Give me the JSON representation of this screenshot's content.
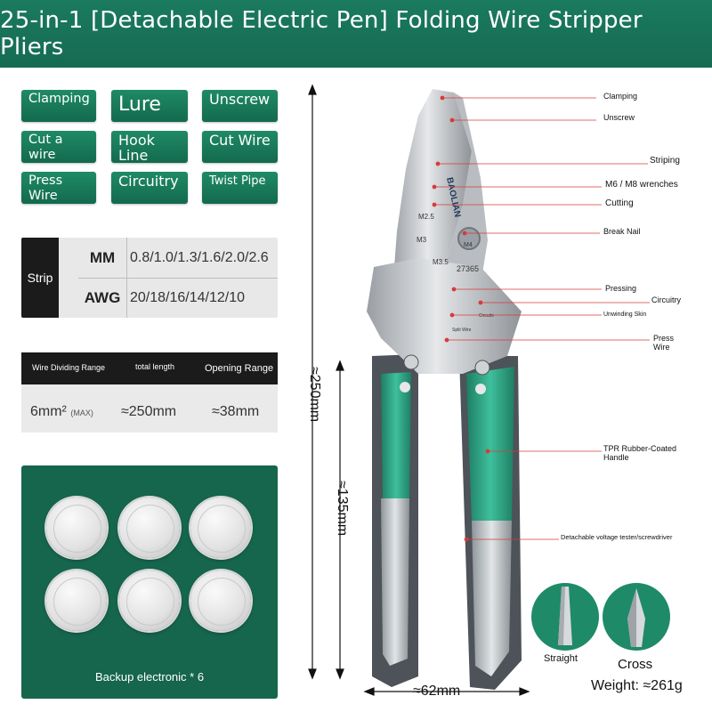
{
  "header": {
    "title": "25-in-1 [Detachable Electric Pen] Folding Wire Stripper Pliers"
  },
  "features": [
    {
      "label": "Clamping"
    },
    {
      "label": "Lure"
    },
    {
      "label": "Unscrew"
    },
    {
      "label": "Cut a wire"
    },
    {
      "label": "Hook Line"
    },
    {
      "label": "Cut Wire"
    },
    {
      "label": "Press Wire"
    },
    {
      "label": "Circuitry"
    },
    {
      "label": "Twist Pipe"
    }
  ],
  "strip": {
    "label": "Strip",
    "rows": [
      {
        "unit": "MM",
        "values": "0.8/1.0/1.3/1.6/2.0/2.6"
      },
      {
        "unit": "AWG",
        "values": "20/18/16/14/12/10"
      }
    ]
  },
  "specs": {
    "headers": {
      "range": "Wire Dividing Range",
      "length": "total length",
      "opening": "Opening Range"
    },
    "values": {
      "range": "6mm²",
      "range_note": "(MAX)",
      "length": "≈250mm",
      "opening": "≈38mm"
    }
  },
  "batteries": {
    "count": 6,
    "caption": "Backup electronic * 6"
  },
  "dimensions": {
    "total": "≈250mm",
    "handle": "≈135mm",
    "width": "≈62mm"
  },
  "callouts": [
    {
      "label": "Clamping"
    },
    {
      "label": "Unscrew"
    },
    {
      "label": "Striping"
    },
    {
      "label": "M6 / M8 wrenches"
    },
    {
      "label": "Cutting"
    },
    {
      "label": "Break Nail"
    },
    {
      "label": "Pressing"
    },
    {
      "label": "Circuitry"
    },
    {
      "label": "Unwinding Skin"
    },
    {
      "label": "Press Wire"
    },
    {
      "label": "TPR Rubber-Coated Handle"
    },
    {
      "label": "Detachable voltage tester/screwdriver"
    }
  ],
  "tool_markings": {
    "brand": "BAOLIAN",
    "model": "27365",
    "m25": "M2.5",
    "m3": "M3",
    "m35": "M3.5",
    "m4": "M4",
    "split": "Split Wire",
    "circuits": "Circuits"
  },
  "tips": {
    "straight": "Straight",
    "cross": "Cross"
  },
  "weight": "Weight: ≈261g",
  "colors": {
    "brand_green": "#16654d",
    "handle_green": "#2fa586",
    "callout_red": "#d63b3b"
  }
}
